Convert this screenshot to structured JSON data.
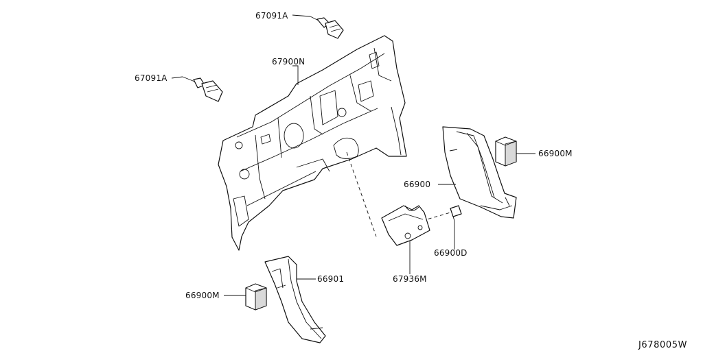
{
  "labels": {
    "clip_top": "67091A",
    "clip_left": "67091A",
    "dash_insulator": "67900N",
    "right_insulator": "66900",
    "right_block": "66900M",
    "center_insulator": "67936M",
    "clip_right": "66900D",
    "left_insulator": "66901",
    "left_block": "66900M"
  },
  "diagram_code": "J678005W"
}
